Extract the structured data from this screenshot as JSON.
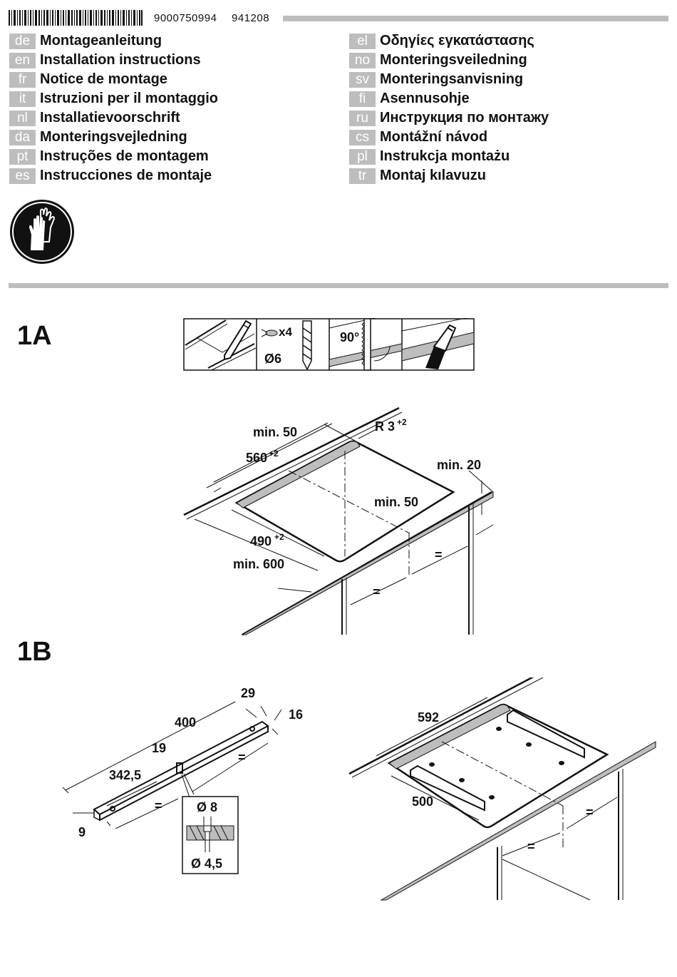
{
  "header": {
    "code_1": "9000750994",
    "code_2": "941208"
  },
  "languages_left": [
    {
      "tag": "de",
      "title": "Montageanleitung"
    },
    {
      "tag": "en",
      "title": "Installation instructions"
    },
    {
      "tag": "fr",
      "title": "Notice de montage"
    },
    {
      "tag": "it",
      "title": "Istruzioni per il montaggio"
    },
    {
      "tag": "nl",
      "title": "Installatievoorschrift"
    },
    {
      "tag": "da",
      "title": "Monteringsvejledning"
    },
    {
      "tag": "pt",
      "title": "Instruções de montagem"
    },
    {
      "tag": "es",
      "title": "Instrucciones de montaje"
    }
  ],
  "languages_right": [
    {
      "tag": "el",
      "title": "Οδηγίες εγκατάστασης"
    },
    {
      "tag": "no",
      "title": "Monteringsveiledning"
    },
    {
      "tag": "sv",
      "title": "Monteringsanvisning"
    },
    {
      "tag": "fi",
      "title": "Asennusohje"
    },
    {
      "tag": "ru",
      "title": "Инструкция по монтажу"
    },
    {
      "tag": "cs",
      "title": "Montážní návod"
    },
    {
      "tag": "pl",
      "title": "Instrukcja montażu"
    },
    {
      "tag": "tr",
      "title": "Montaj kılavuzu"
    }
  ],
  "section_1a": {
    "label": "1A",
    "tools": {
      "screw_count": "x4",
      "drill_diameter": "Ø6",
      "angle": "90°"
    },
    "dims": {
      "min50_top": "min. 50",
      "r3": "R 3",
      "r3_sup": "+2",
      "w560": "560",
      "w560_sup": "+2",
      "min20": "min. 20",
      "min50_mid": "min. 50",
      "d490": "490",
      "d490_sup": "+2",
      "min600": "min. 600",
      "eq": "="
    }
  },
  "section_1b": {
    "label": "1B",
    "dims": {
      "d29": "29",
      "d16": "16",
      "d400": "400",
      "d19": "19",
      "d3425": "342,5",
      "d9": "9",
      "eq": "=",
      "dia8": "Ø 8",
      "dia45": "Ø 4,5",
      "d592": "592",
      "d500": "500"
    }
  },
  "colors": {
    "tag_gray": "#bdbdbd",
    "bar_gray": "#bdbdbd",
    "ink": "#111111"
  }
}
